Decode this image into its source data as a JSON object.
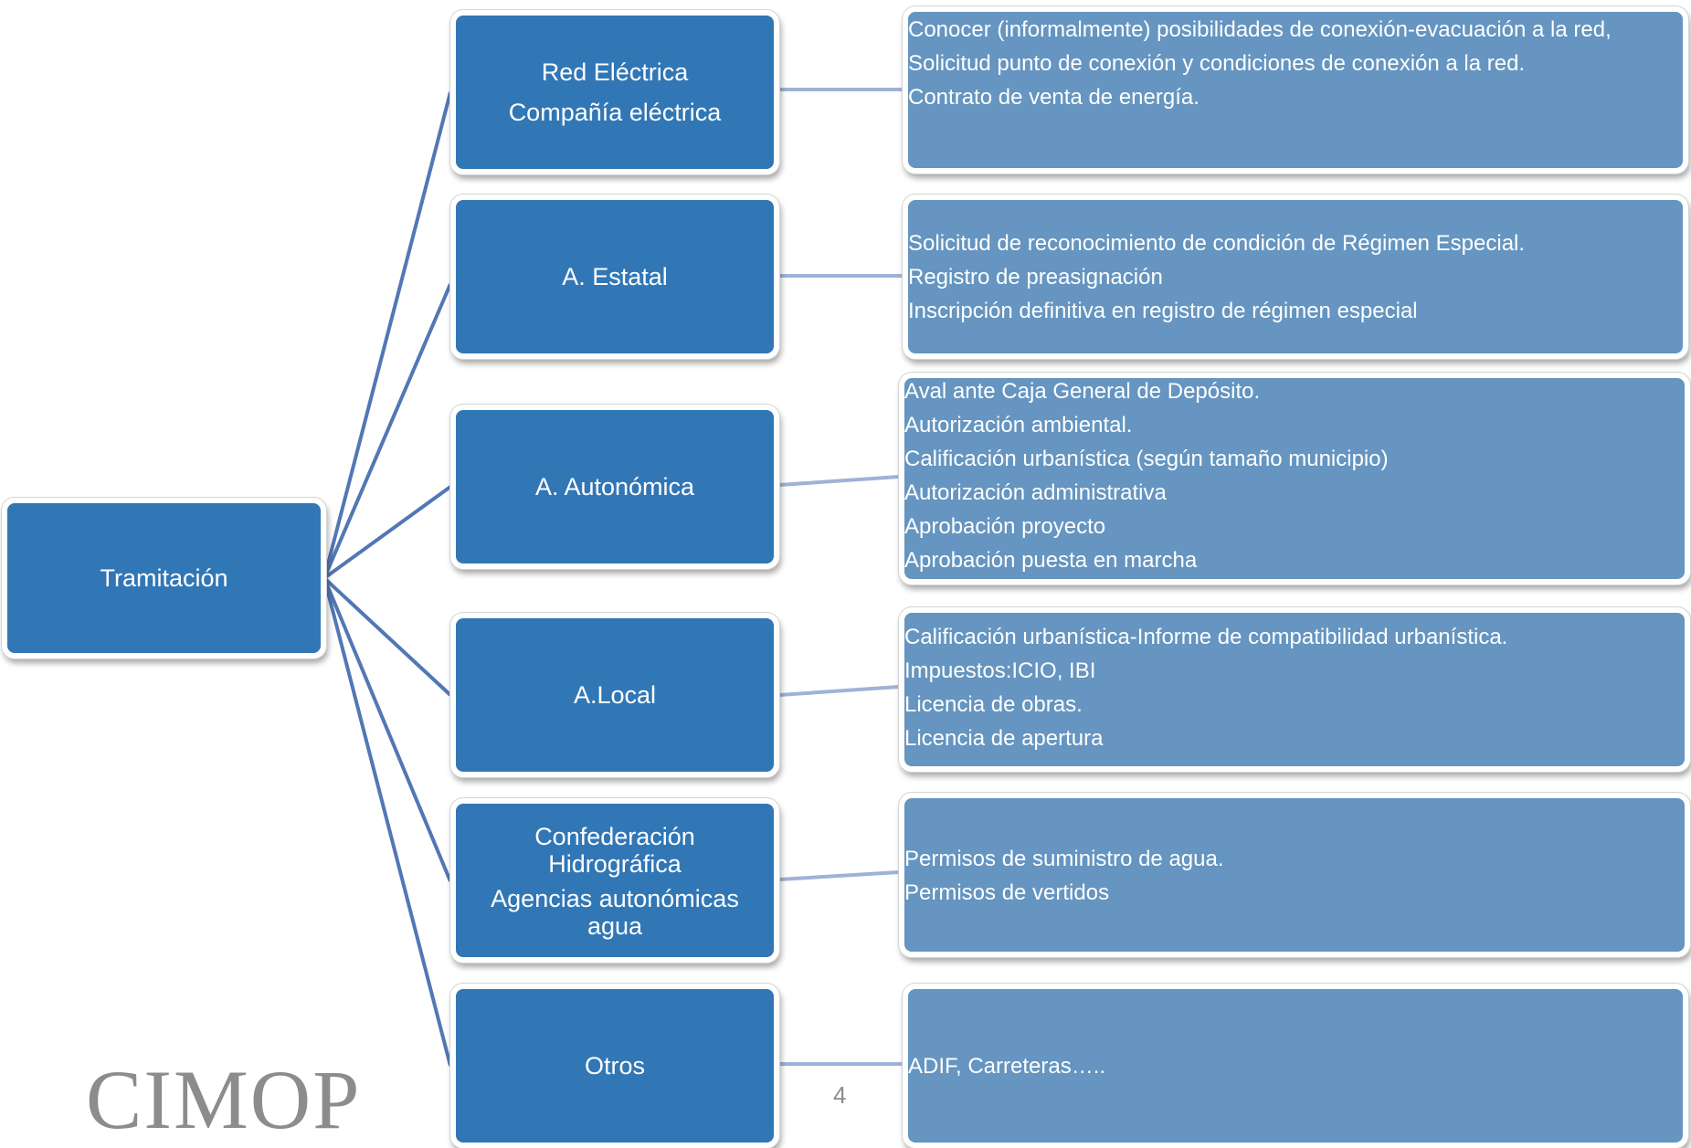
{
  "root": {
    "label": "Tramitación"
  },
  "branches": [
    {
      "label_lines": [
        "Red Eléctrica",
        "Compañía eléctrica"
      ],
      "items": [
        "Conocer  (informalmente) posibilidades de conexión-evacuación a la red,",
        "Solicitud punto de conexión y condiciones de conexión a la red.",
        "Contrato de venta de energía."
      ]
    },
    {
      "label_lines": [
        "A. Estatal"
      ],
      "items": [
        "Solicitud de reconocimiento de condición de Régimen Especial.",
        "Registro de preasignación",
        "Inscripción definitiva en registro de régimen especial"
      ]
    },
    {
      "label_lines": [
        "A. Autonómica"
      ],
      "items": [
        "Aval  ante Caja  General de Depósito.",
        "Autorización ambiental.",
        "Calificación urbanística (según  tamaño  municipio)",
        "Autorización administrativa",
        "Aprobación proyecto",
        "Aprobación puesta en marcha"
      ]
    },
    {
      "label_lines": [
        "A.Local"
      ],
      "items": [
        "Calificación urbanística-Informe de compatibilidad urbanística.",
        "Impuestos:ICIO, IBI",
        "Licencia de obras.",
        "Licencia de apertura"
      ]
    },
    {
      "label_lines": [
        "Confederación Hidrográfica",
        "Agencias autonómicas agua"
      ],
      "items": [
        "Permisos de  suministro de agua.",
        "Permisos de vertidos"
      ]
    },
    {
      "label_lines": [
        "Otros"
      ],
      "items": [
        "ADIF, Carreteras….."
      ]
    }
  ],
  "footer": {
    "logo": "CIMOP",
    "page_number": "4"
  },
  "colors": {
    "root_box": "#3177b6",
    "branch_box": "#3177b6",
    "detail_box": "#6595c0",
    "connector_root": "#5277b5",
    "connector_detail": "#9fb2d6",
    "text": "#ffffff",
    "logo": "#8c8c8c"
  }
}
